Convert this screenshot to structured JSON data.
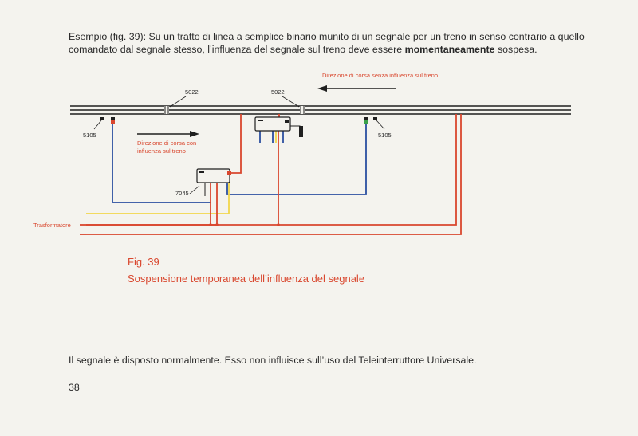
{
  "intro": {
    "before": "Esempio (fig. 39): Su un tratto di linea a semplice binario munito di un segnale per un treno in senso contrario a quello comandato dal segnale stesso, l’influenza del segnale sul treno deve essere ",
    "bold": "momentaneamente",
    "after": " sospesa."
  },
  "diagram": {
    "label_top_right": "Direzione di corsa senza influenza sul treno",
    "label_left_line1": "Direzione di corsa con",
    "label_left_line2": "influenza sul treno",
    "label_5022_left": "5022",
    "label_5022_right": "5022",
    "label_5105_left": "5105",
    "label_5105_right": "5105",
    "label_7045": "7045",
    "label_transformer": "Trasformatore",
    "colors": {
      "red": "#d9472e",
      "blue": "#2b4fa0",
      "yellow": "#f2d64b",
      "black": "#1f1f1f",
      "green": "#3aa04a"
    }
  },
  "caption": {
    "fig": "Fig. 39",
    "title": "Sospensione temporanea dell’influenza del segnale"
  },
  "note": "Il segnale è disposto normalmente. Esso non influisce sull’uso del Teleinterruttore Universale.",
  "page_number": "38"
}
